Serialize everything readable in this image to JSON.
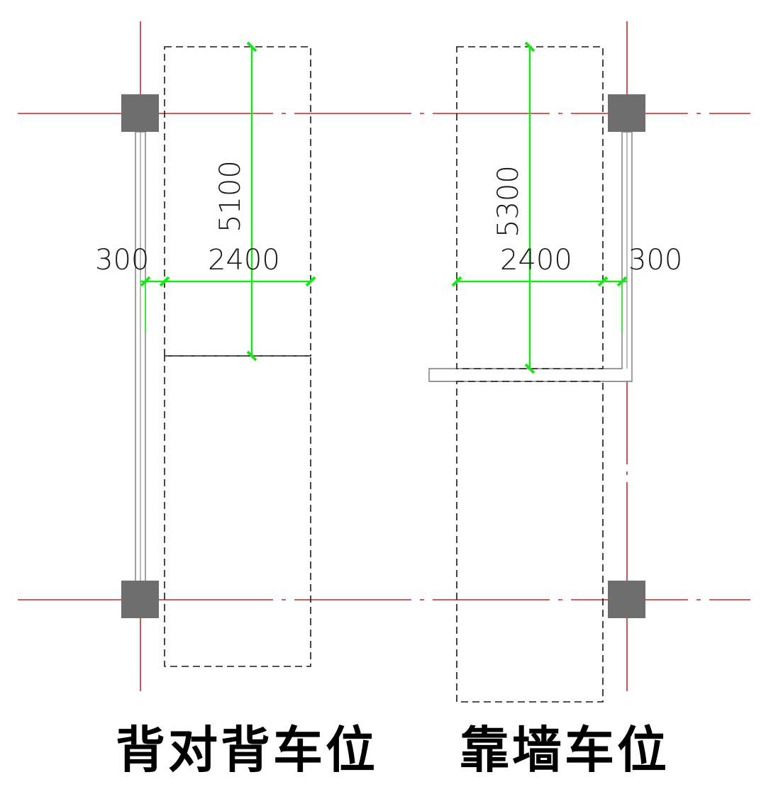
{
  "colors": {
    "axis": "#c0282d",
    "dimension": "#19e619",
    "column": "#6e6e6e",
    "outline": "#1a1a1a",
    "wall": "#777777"
  },
  "left_plan": {
    "length_label": "5100",
    "width_label": "2400",
    "offset_label": "300",
    "caption": "背对背车位"
  },
  "right_plan": {
    "length_label": "5300",
    "width_label": "2400",
    "offset_label": "300",
    "caption": "靠墙车位"
  }
}
